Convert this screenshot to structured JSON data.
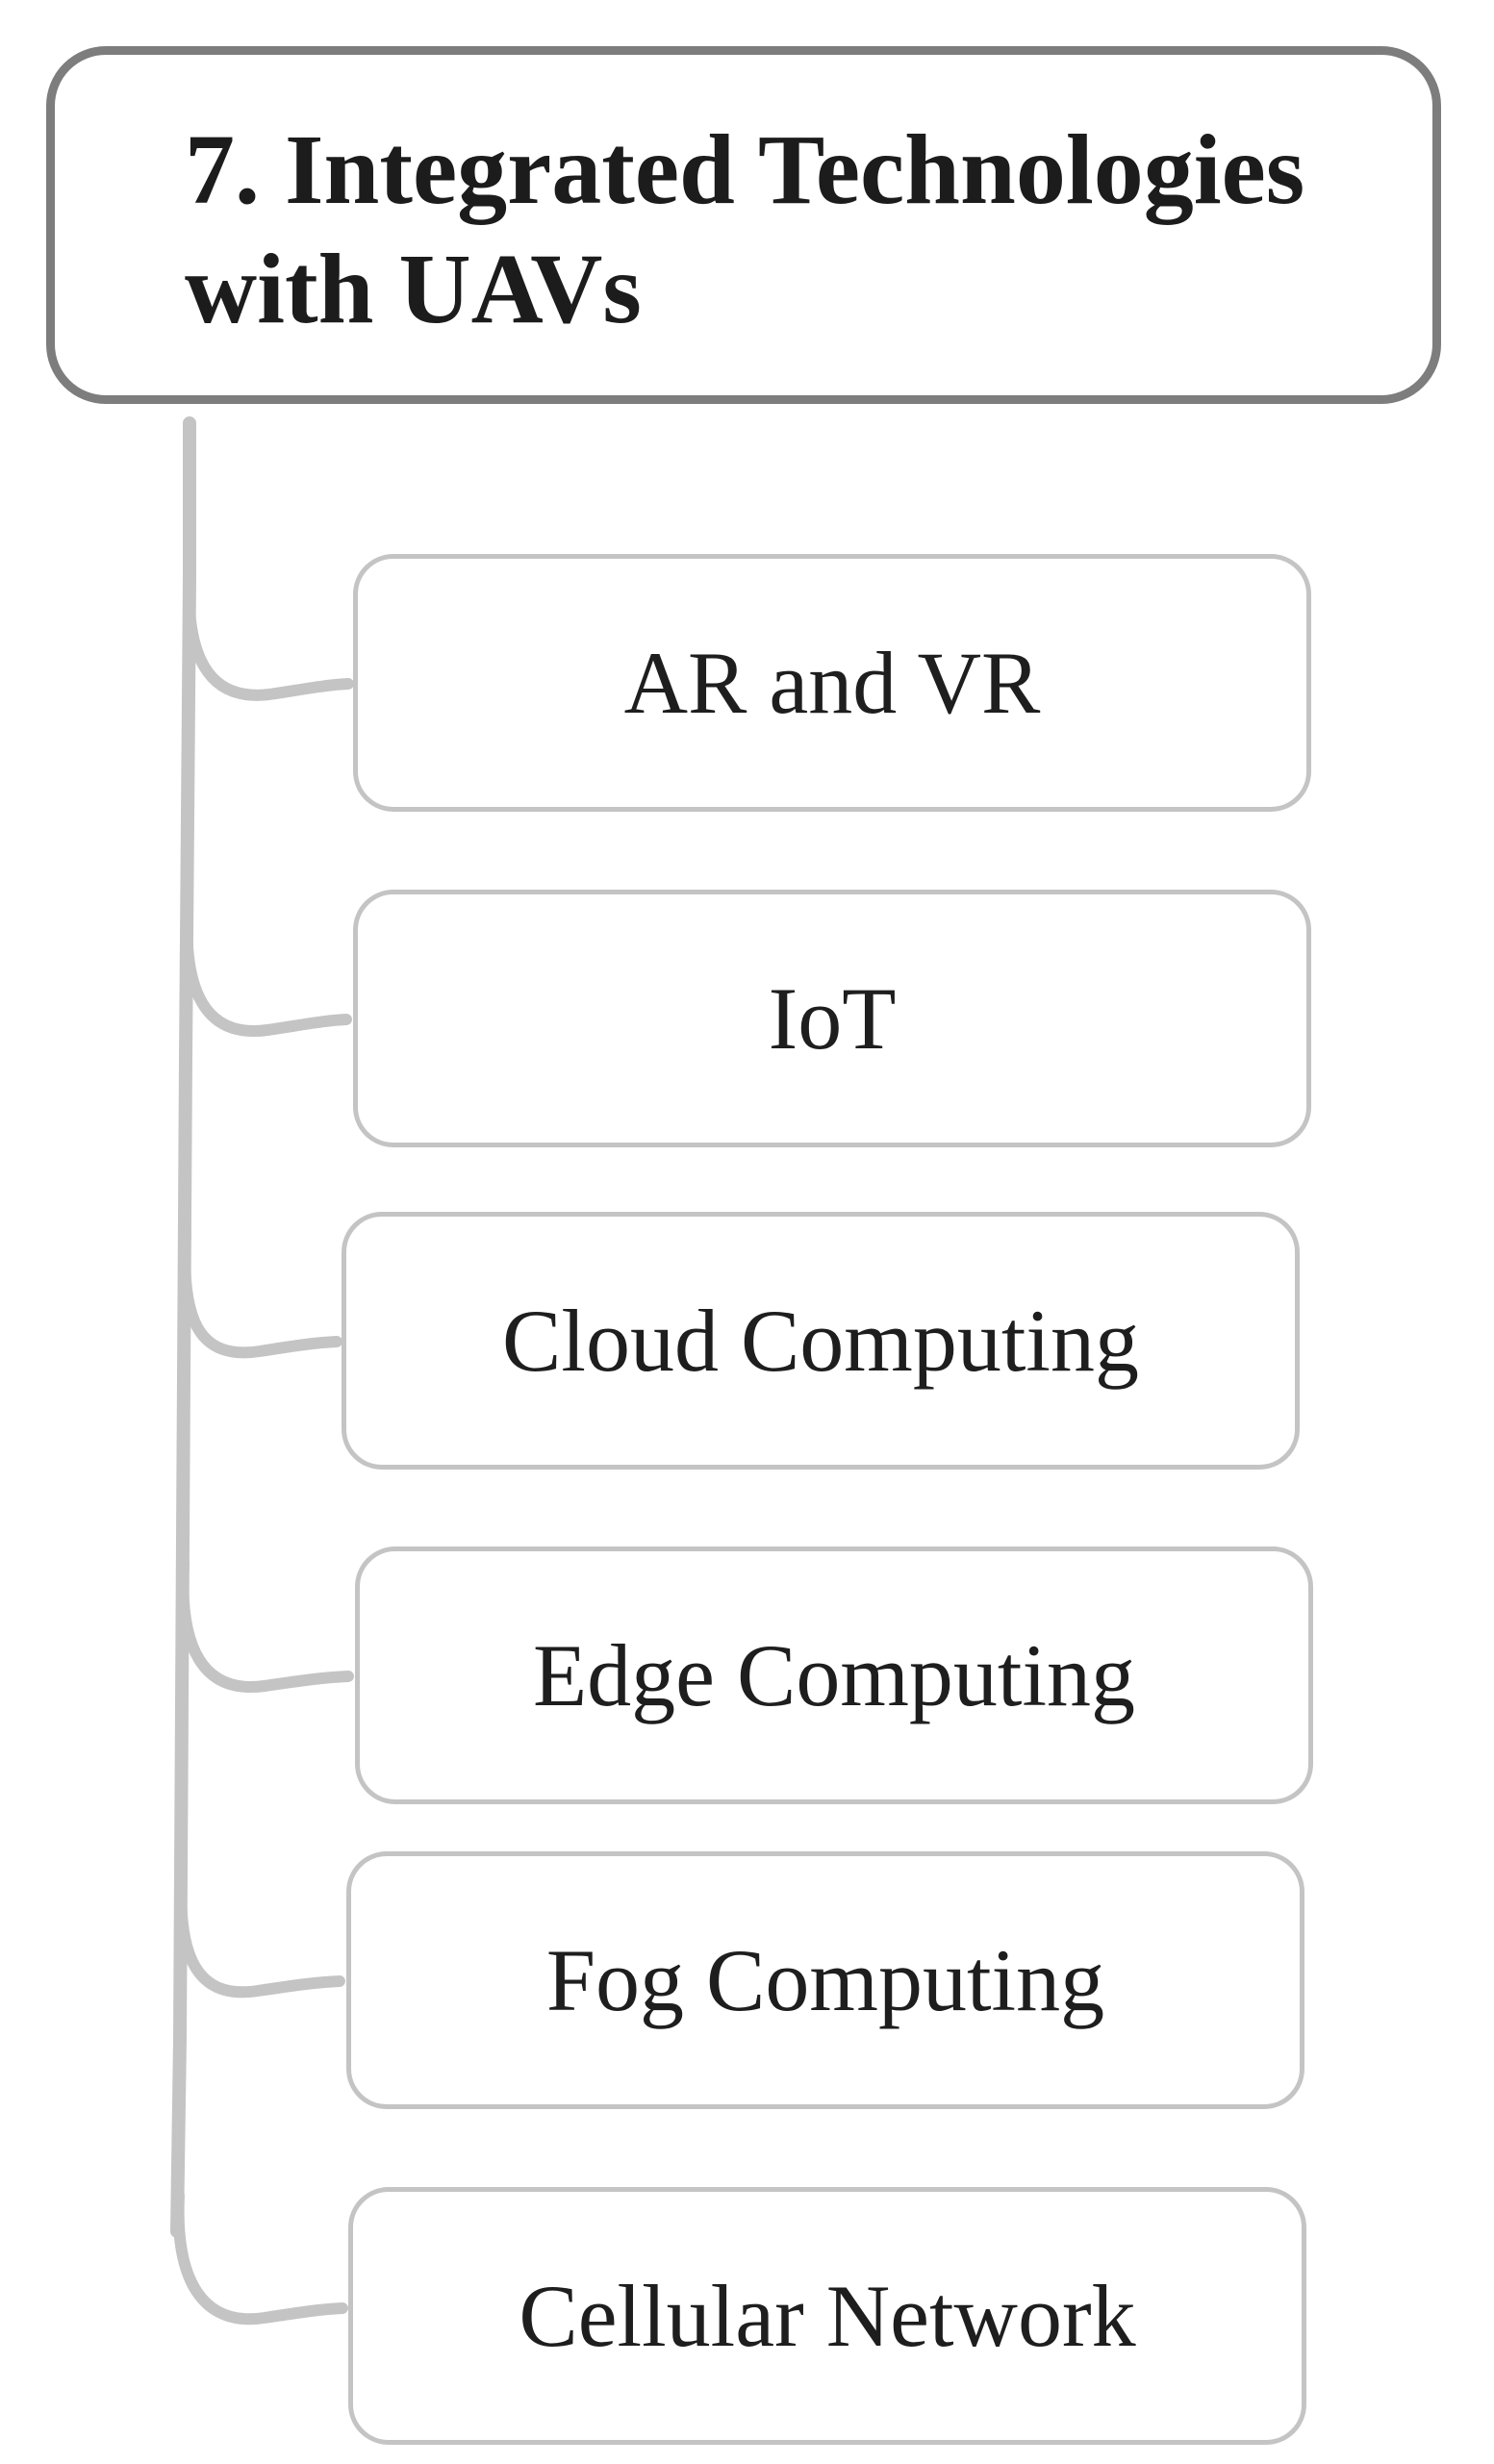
{
  "title": "7. Integrated Technologies with UAVs",
  "items": [
    {
      "label": "AR and VR"
    },
    {
      "label": "IoT"
    },
    {
      "label": "Cloud Computing"
    },
    {
      "label": "Edge Computing"
    },
    {
      "label": "Fog Computing"
    },
    {
      "label": "Cellular Network"
    }
  ],
  "colors": {
    "title_border": "#7d7d7d",
    "item_border": "#c4c4c4",
    "connector": "#c4c4c4",
    "text": "#1e1e1e"
  }
}
